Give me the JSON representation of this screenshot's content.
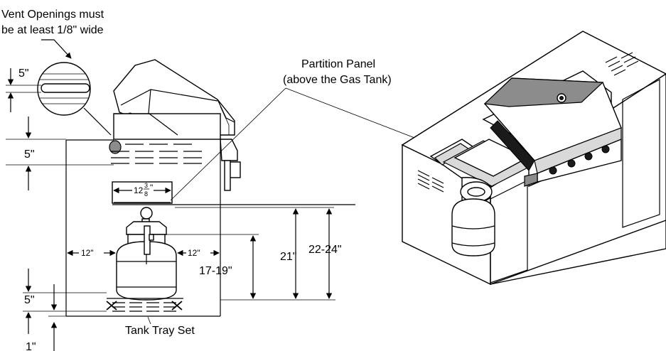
{
  "labels": {
    "vent_note_line1": "Vent Openings must",
    "vent_note_line2": "be at least 1/8\" wide",
    "partition_line1": "Partition Panel",
    "partition_line2": "(above the Gas Tank)",
    "tank_tray": "Tank Tray Set"
  },
  "dimensions": {
    "vent_detail": "5\"",
    "upper_vent": "5\"",
    "lower_vent": "5\"",
    "tray_gap": "1\"",
    "panel_width": "12",
    "panel_width_frac_num": "3",
    "panel_width_frac_den": "8",
    "inch_mark": "\"",
    "left_clear": "12\"",
    "right_clear": "12\"",
    "tank_height": "17-19\"",
    "panel_height": "21\"",
    "overall_height": "22-24\""
  }
}
